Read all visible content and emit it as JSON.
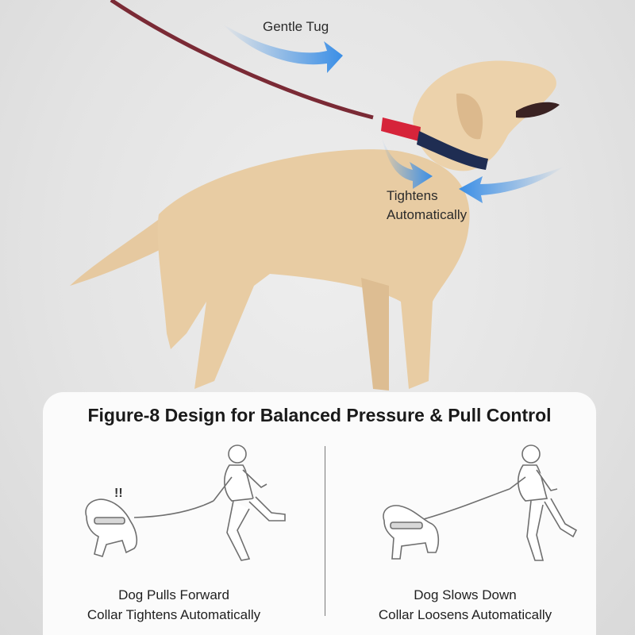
{
  "photo": {
    "callouts": {
      "gentle_tug": "Gentle Tug",
      "tightens_line1": "Tightens",
      "tightens_line2": "Automatically"
    },
    "colors": {
      "arrow": "#3a8ee6",
      "collar_red": "#d6243a",
      "collar_navy": "#1f2d52",
      "dog": "#e6c9a0"
    }
  },
  "panel": {
    "title": "Figure-8 Design for Balanced Pressure & Pull Control",
    "left": {
      "line1": "Dog Pulls Forward",
      "line2": "Collar Tightens Automatically"
    },
    "right": {
      "line1": "Dog Slows Down",
      "line2": "Collar Loosens Automatically"
    }
  }
}
